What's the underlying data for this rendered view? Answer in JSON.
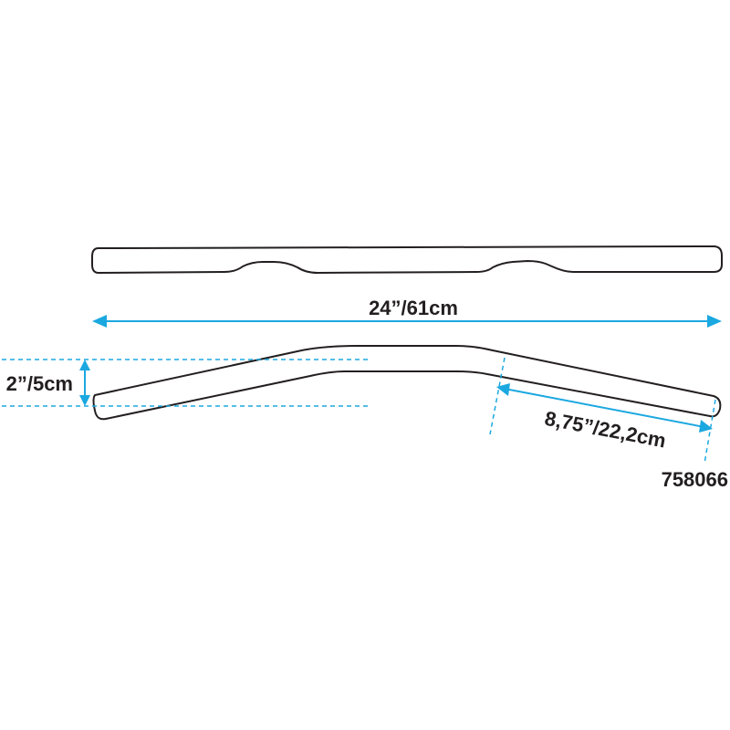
{
  "dimensions": {
    "width": "24”/61cm",
    "rise": "2”/5cm",
    "end_length": "8,75”/22,2cm"
  },
  "part_number": "758066",
  "colors": {
    "outline": "#231f20",
    "dimension": "#1ba8e0",
    "background": "#ffffff"
  }
}
